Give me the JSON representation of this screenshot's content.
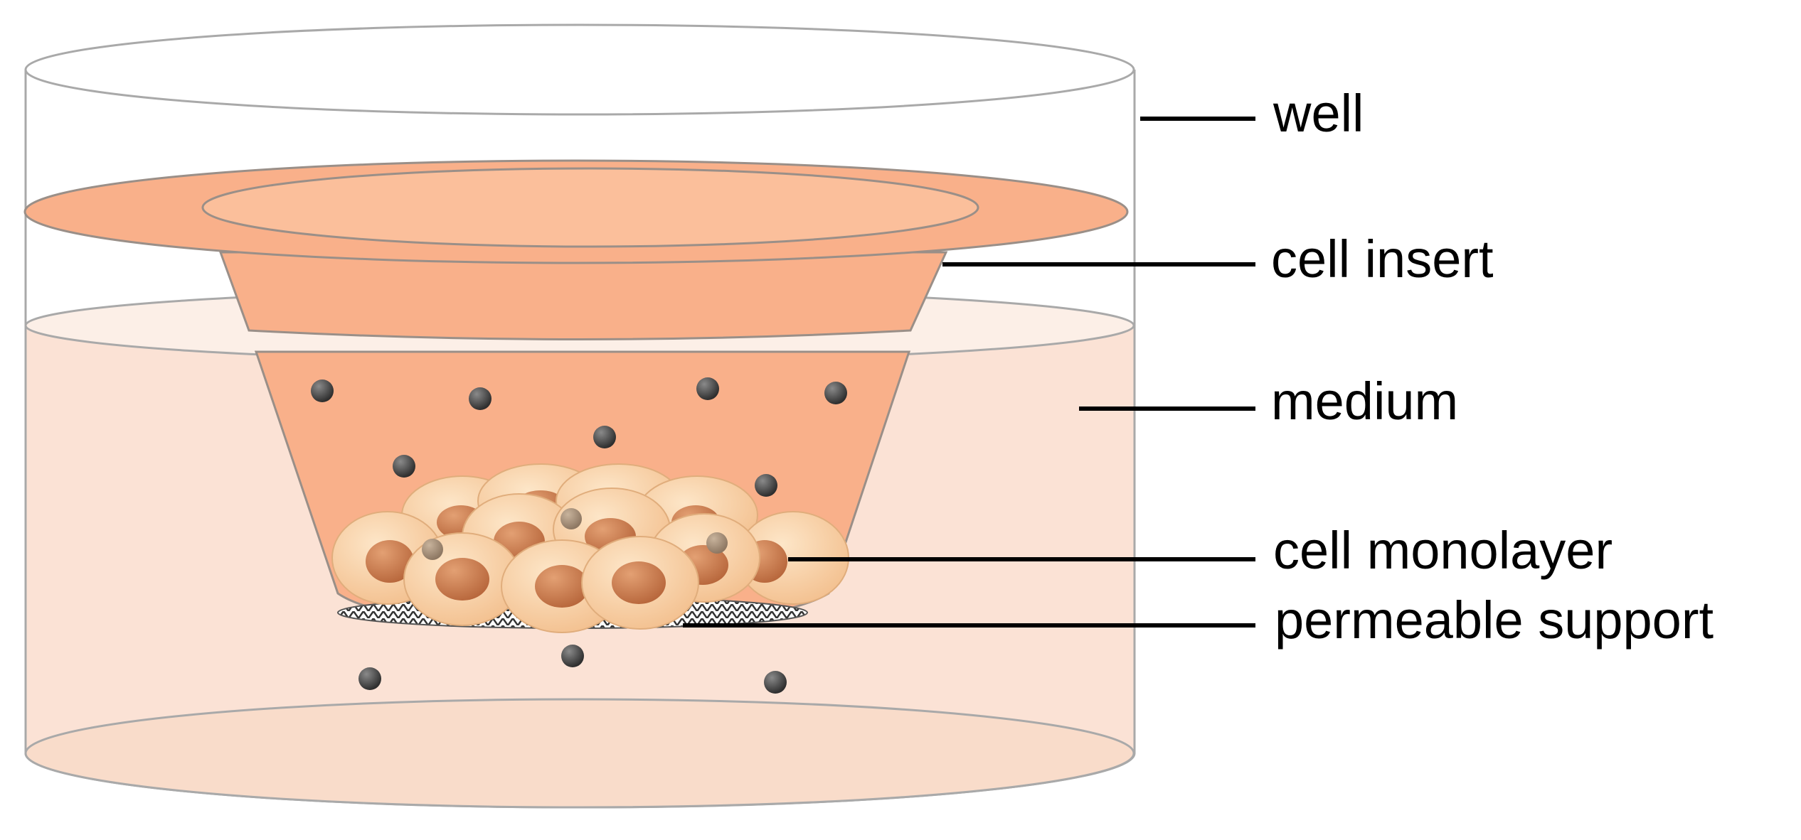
{
  "labels": {
    "well": "well",
    "cell_insert": "cell insert",
    "medium": "medium",
    "cell_monolayer": "cell monolayer",
    "permeable_support": "permeable support"
  },
  "colors": {
    "well_outline": "#a9a9a9",
    "medium_fill": "#fbe2d5",
    "insert_fill": "#f9b08a",
    "insert_inner_fill": "#fbbf9b",
    "cell_fill": "#f8cfa6",
    "nucleus_fill": "#c8774a",
    "particle_fill": "#404040",
    "leader_line": "#000000"
  }
}
